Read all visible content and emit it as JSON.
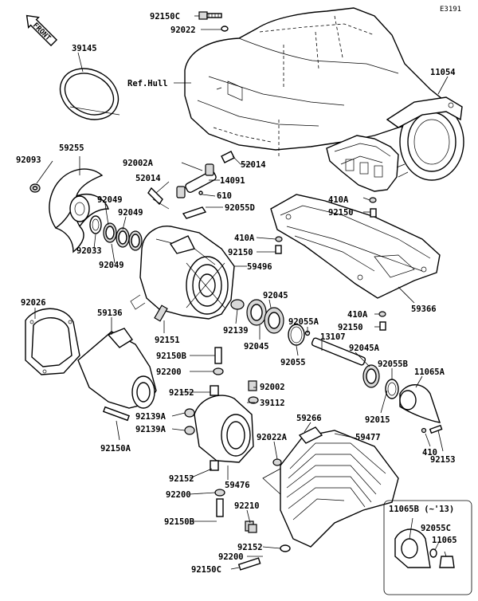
{
  "diagram": {
    "code": "E3191",
    "front_label": "FRONT",
    "labels": {
      "p92150C_top": "92150C",
      "p92022": "92022",
      "p39145": "39145",
      "refhull": "Ref.Hull",
      "p11054": "11054",
      "p92093": "92093",
      "p59255": "59255",
      "p92002A": "92002A",
      "p52014_r": "52014",
      "p14091": "14091",
      "p52014_l": "52014",
      "p610": "610",
      "p92049_a": "92049",
      "p92049_b": "92049",
      "p92055D": "92055D",
      "p410A_1": "410A",
      "p92150_1": "92150",
      "p92033": "92033",
      "p92049_c": "92049",
      "p410A_2": "410A",
      "p92150_2": "92150",
      "p59496": "59496",
      "p92026": "92026",
      "p59136": "59136",
      "p92045_a": "92045",
      "p92055A": "92055A",
      "p59366": "59366",
      "p410A_3": "410A",
      "p92150_3": "92150",
      "p92151": "92151",
      "p92139": "92139",
      "p92045_b": "92045",
      "p92055": "92055",
      "p13107": "13107",
      "p92045A": "92045A",
      "p92055B": "92055B",
      "p11065A": "11065A",
      "p92150B_a": "92150B",
      "p92200_a": "92200",
      "p92002": "92002",
      "p92152_a": "92152",
      "p39112": "39112",
      "p92015": "92015",
      "p92139A_a": "92139A",
      "p92139A_b": "92139A",
      "p59266": "59266",
      "p59477": "59477",
      "p92022A": "92022A",
      "p410": "410",
      "p92150A": "92150A",
      "p92153": "92153",
      "p92152_b": "92152",
      "p59476": "59476",
      "p92200_b": "92200",
      "p92210": "92210",
      "p11065B": "11065B (~'13)",
      "p92150B_b": "92150B",
      "p92055C": "92055C",
      "p11065": "11065",
      "p92152_c": "92152",
      "p92200_c": "92200",
      "p92150C_bot": "92150C"
    }
  }
}
